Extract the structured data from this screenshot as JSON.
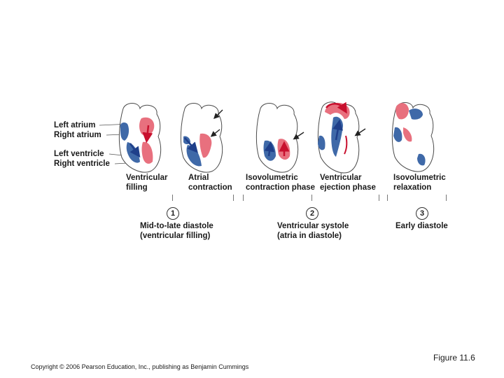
{
  "chambers": {
    "left_atrium": "Left atrium",
    "right_atrium": "Right atrium",
    "left_ventricle": "Left ventricle",
    "right_ventricle": "Right ventricle"
  },
  "phases": [
    {
      "line1": "Ventricular",
      "line2": "filling"
    },
    {
      "line1": "Atrial",
      "line2": "contraction"
    },
    {
      "line1": "Isovolumetric",
      "line2": "contraction phase"
    },
    {
      "line1": "Ventricular",
      "line2": "ejection phase"
    },
    {
      "line1": "Isovolumetric",
      "line2": "relaxation"
    }
  ],
  "stages": [
    {
      "number": "1",
      "line1": "Mid-to-late diastole",
      "line2": "(ventricular filling)"
    },
    {
      "number": "2",
      "line1": "Ventricular systole",
      "line2": "(atria in diastole)"
    },
    {
      "number": "3",
      "line1": "Early diastole",
      "line2": ""
    }
  ],
  "footer": {
    "copyright": "Copyright © 2006 Pearson Education, Inc., publishing as Benjamin Cummings",
    "figure": "Figure 11.6"
  },
  "colors": {
    "oxygen_poor": "#3f69a8",
    "oxygen_rich": "#e8707e",
    "outline": "#4a4a4a"
  }
}
